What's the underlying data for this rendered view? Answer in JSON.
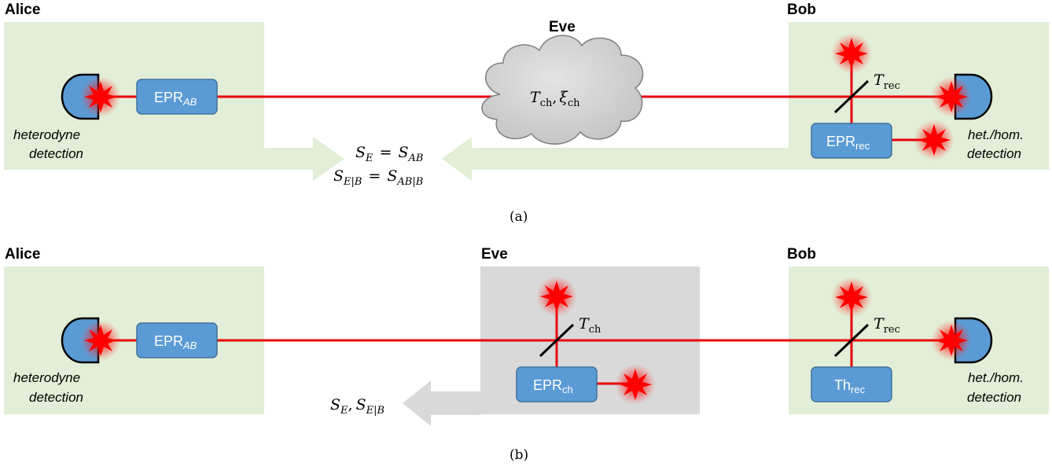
{
  "panel_a": {
    "caption": "(a)",
    "alice": {
      "title": "Alice",
      "epr": {
        "main": "EPR",
        "sub": "AB"
      },
      "detector_line1": "heterodyne",
      "detector_line2": "detection"
    },
    "eve": {
      "title": "Eve",
      "channel": {
        "t": "T",
        "t_sub": "ch",
        "sep": ",",
        "xi": "ξ",
        "xi_sub": "ch"
      }
    },
    "bob": {
      "title": "Bob",
      "bs": {
        "t": "T",
        "t_sub": "rec"
      },
      "epr": {
        "main": "EPR",
        "sub": "rec"
      },
      "detector_line1": "het./hom.",
      "detector_line2": "detection"
    },
    "entropy_line1": {
      "s": "S",
      "s_sub": "E",
      "eq": "=",
      "rhs": "S",
      "rhs_sub": "AB"
    },
    "entropy_line2": {
      "s": "S",
      "s_sub": "E|B",
      "eq": "=",
      "rhs": "S",
      "rhs_sub": "AB|B"
    }
  },
  "panel_b": {
    "caption": "(b)",
    "alice": {
      "title": "Alice",
      "epr": {
        "main": "EPR",
        "sub": "AB"
      },
      "detector_line1": "heterodyne",
      "detector_line2": "detection"
    },
    "eve": {
      "title": "Eve",
      "bs": {
        "t": "T",
        "t_sub": "ch"
      },
      "epr": {
        "main": "EPR",
        "sub": "ch"
      }
    },
    "bob": {
      "title": "Bob",
      "bs": {
        "t": "T",
        "t_sub": "rec"
      },
      "th": {
        "main": "Th",
        "sub": "rec"
      },
      "detector_line1": "het./hom.",
      "detector_line2": "detection"
    },
    "entropy": {
      "s1": "S",
      "s1_sub": "E",
      "sep": ",",
      "s2": "S",
      "s2_sub": "E|B"
    }
  },
  "colors": {
    "party_bg": "#e2eed7",
    "eve_bg": "#d9d9d9",
    "box_fill": "#5b9bd5",
    "box_stroke": "#41719c",
    "beam": "#e8000b",
    "arrow_green": "#e2eed7",
    "arrow_gray": "#d9d9d9",
    "cloud": "#d0d0d0"
  }
}
